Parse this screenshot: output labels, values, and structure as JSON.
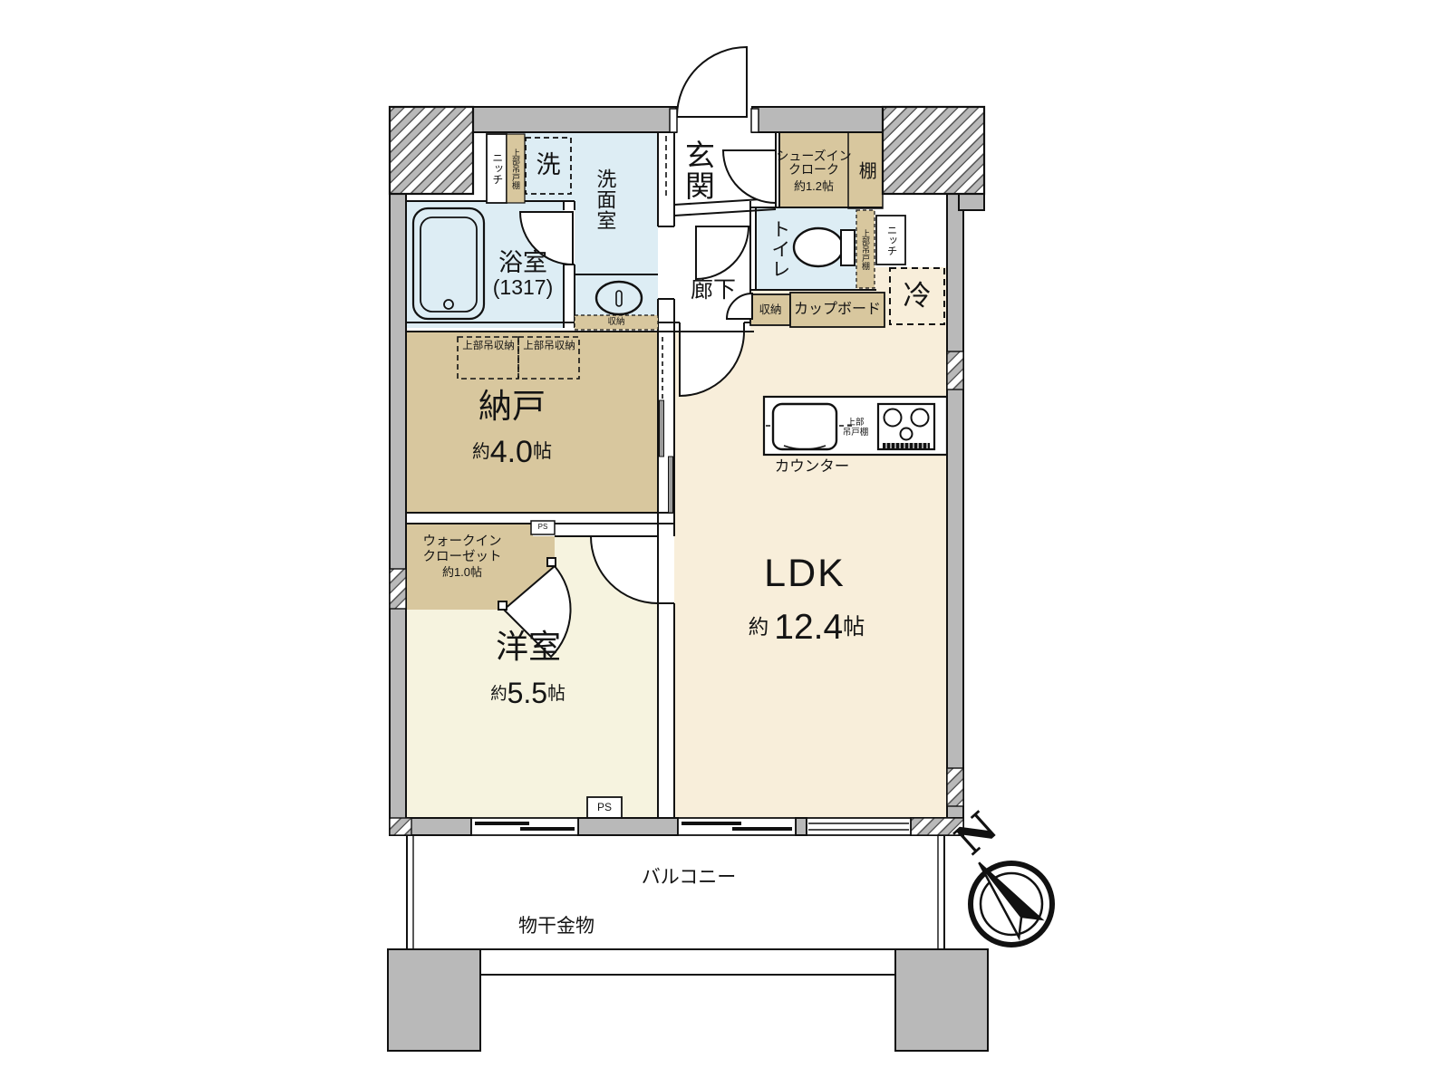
{
  "rooms": {
    "ldk": {
      "name": "LDK",
      "about": "約",
      "size": "12.4",
      "unit": "帖"
    },
    "nando": {
      "name": "納戸",
      "about": "約",
      "size": "4.0",
      "unit": "帖"
    },
    "yoshitsu": {
      "name": "洋室",
      "about": "約",
      "size": "5.5",
      "unit": "帖"
    },
    "wic": {
      "name_line1": "ウォークイン",
      "name_line2": "クローゼット",
      "size": "約1.0帖"
    },
    "sic": {
      "name_line1": "シューズイン",
      "name_line2": "クローク",
      "size": "約1.2帖"
    },
    "genkan": {
      "name": "玄関"
    },
    "rouka": {
      "name": "廊下"
    },
    "bathroom": {
      "name": "浴室",
      "size": "(1317)"
    },
    "washroom": {
      "name": "洗面室"
    },
    "toilet": {
      "name": "トイレ"
    },
    "balcony": {
      "name": "バルコニー"
    }
  },
  "fixtures": {
    "niche": "ニッチ",
    "upper_cabinet": "上部吊戸棚",
    "washing_machine": "洗",
    "storage": "収納",
    "cupboard": "カップボード",
    "refrigerator": "冷",
    "counter": "カウンター",
    "kitchen_upper_line1": "上部",
    "kitchen_upper_line2": "吊戸棚",
    "upper_storage": "上部吊収納",
    "shelf": "棚",
    "ps": "PS",
    "laundry_hardware": "物干金物"
  },
  "compass": {
    "north": "N"
  },
  "colors": {
    "wall_gray": "#b9b9b9",
    "floor_cream": "#f8eeda",
    "floor_ivory": "#f6f3df",
    "floor_tan": "#d8c79e",
    "floor_blue": "#ddedf4",
    "line": "#111111"
  }
}
